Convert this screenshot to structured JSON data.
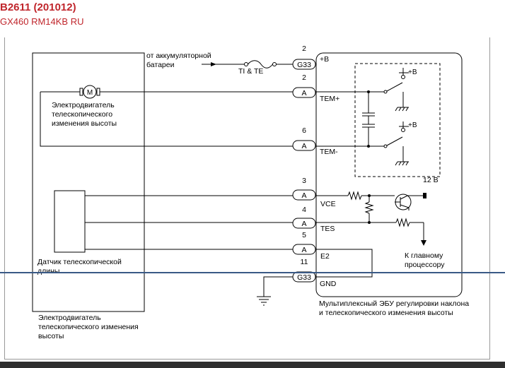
{
  "header": {
    "code": "B2611 (201012)",
    "model": "GX460 RM14KB RU"
  },
  "colors": {
    "header_red": "#c0262c",
    "divider_blue": "#3a5a86",
    "footer_dark": "#2e2e2e",
    "frame_gray": "#999999"
  },
  "diagram": {
    "battery_label": [
      "от аккумуляторной",
      "батареи"
    ],
    "fuse_label": "TI & TE",
    "motor_symbol": "M",
    "motor_label": [
      "Электродвигатель",
      "телескопического",
      "изменения высоты"
    ],
    "sensor_label": [
      "Датчик телескопической",
      "длины"
    ],
    "component_label": [
      "Электродвигатель",
      "телескопического изменения",
      "высоты"
    ],
    "ecu_label": [
      "Мультиплексный ЭБУ регулировки наклона",
      "и телескопического изменения высоты"
    ],
    "main_cpu_label": [
      "К главному",
      "процессору"
    ],
    "plus_b": "+B",
    "voltage": "12 В",
    "connectors": [
      {
        "pin": "2",
        "conn": "G33",
        "terminal": "+B"
      },
      {
        "pin": "2",
        "conn": "A",
        "terminal": "TEM+"
      },
      {
        "pin": "6",
        "conn": "A",
        "terminal": "TEM-"
      },
      {
        "pin": "3",
        "conn": "A",
        "terminal": "VCE"
      },
      {
        "pin": "4",
        "conn": "A",
        "terminal": "TES"
      },
      {
        "pin": "5",
        "conn": "A",
        "terminal": "E2"
      },
      {
        "pin": "11",
        "conn": "G33",
        "terminal": "GND"
      }
    ]
  }
}
